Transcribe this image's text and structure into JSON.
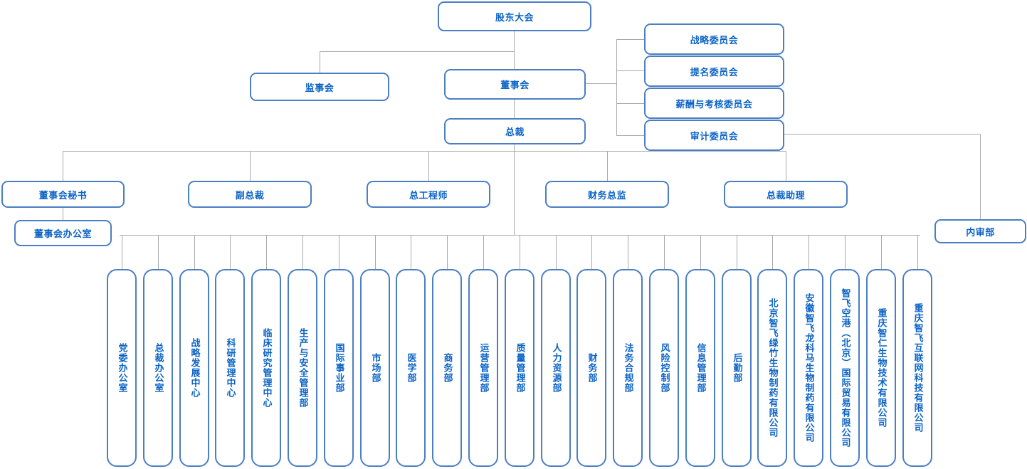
{
  "meta": {
    "title": "组织架构图",
    "colors": {
      "box_border": "#4a7fc4",
      "text": "#0b63c5",
      "connector": "#a9a9a9",
      "background": "#ffffff"
    }
  },
  "governance": {
    "shareholders_meeting": "股东大会",
    "supervisory_board": "监事会",
    "board_of_directors": "董事会",
    "president": "总裁"
  },
  "committees": [
    {
      "label": "战略委员会"
    },
    {
      "label": "提名委员会"
    },
    {
      "label": "薪酬与考核委员会"
    },
    {
      "label": "审计委员会"
    }
  ],
  "audit_branch": {
    "internal_audit": "内审部"
  },
  "executives": [
    {
      "label": "董事会秘书"
    },
    {
      "label": "副总裁"
    },
    {
      "label": "总工程师"
    },
    {
      "label": "财务总监"
    },
    {
      "label": "总裁助理"
    }
  ],
  "board_office": "董事会办公室",
  "departments": [
    {
      "label": "党委办公室"
    },
    {
      "label": "总裁办公室"
    },
    {
      "label": "战略发展中心"
    },
    {
      "label": "科研管理中心"
    },
    {
      "label": "临床研究管理中心"
    },
    {
      "label": "生产与安全管理部"
    },
    {
      "label": "国际事业部"
    },
    {
      "label": "市场部"
    },
    {
      "label": "医学部"
    },
    {
      "label": "商务部"
    },
    {
      "label": "运营管理部"
    },
    {
      "label": "质量管理部"
    },
    {
      "label": "人力资源部"
    },
    {
      "label": "财务部"
    },
    {
      "label": "法务合规部"
    },
    {
      "label": "风险控制部"
    },
    {
      "label": "信息管理部"
    },
    {
      "label": "后勤部"
    },
    {
      "label": "北京智飞绿竹生物制药有限公司"
    },
    {
      "label": "安徽智飞龙科马生物制药有限公司"
    },
    {
      "label": "智飞空港（北京）国际贸易有限公司"
    },
    {
      "label": "重庆智仁生物技术有限公司"
    },
    {
      "label": "重庆智飞互联网科技有限公司"
    }
  ]
}
